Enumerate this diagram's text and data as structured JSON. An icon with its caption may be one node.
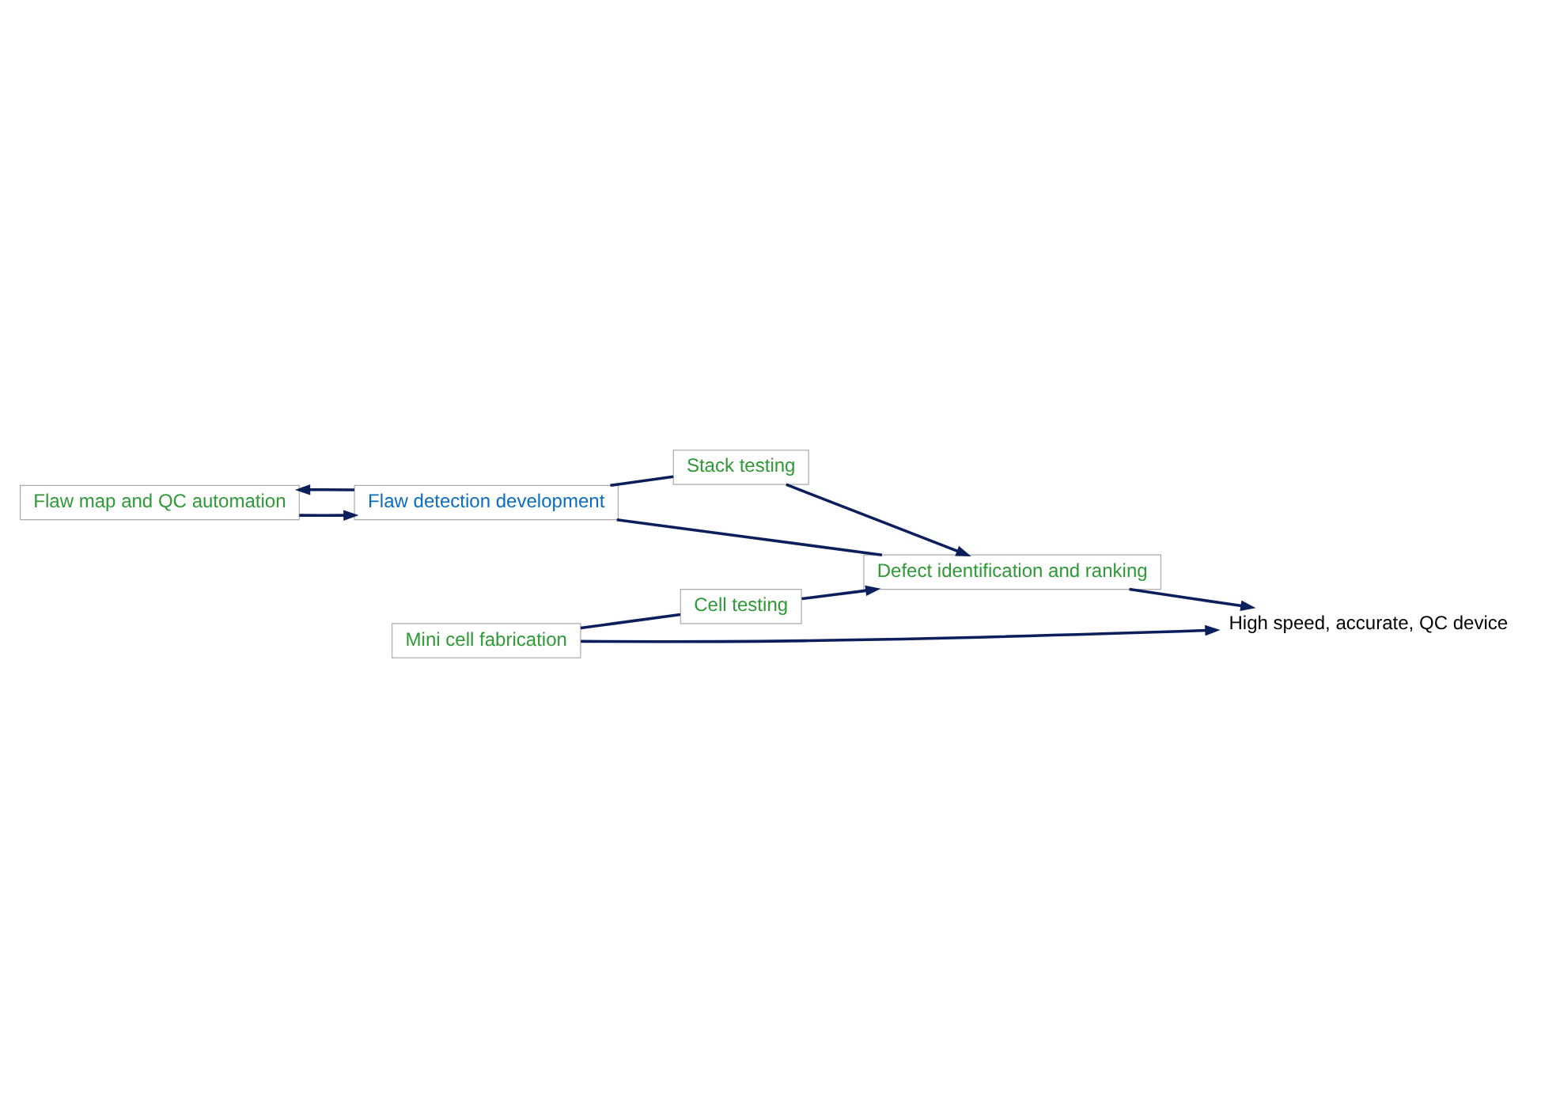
{
  "diagram": {
    "nodes": [
      {
        "text": [
          "Flaw map and QC automation"
        ]
      },
      {
        "text": [
          "Flaw detection development"
        ]
      },
      {
        "text": [
          "Defect identification and ranking"
        ]
      },
      {
        "text": [
          "Stack testing"
        ]
      },
      {
        "text": [
          "Cell testing"
        ]
      },
      {
        "text": [
          "Mini cell fabrication"
        ]
      },
      {
        "text": [
          "High speed, accurate, QC device"
        ]
      }
    ],
    "edges": [
      {
        "from": 0,
        "to": 1,
        "arrow": "to"
      },
      {
        "from": 2,
        "to": 1,
        "arrow": "none"
      },
      {
        "from": 1,
        "to": 0,
        "arrow": "to"
      },
      {
        "from": 1,
        "to": 3,
        "arrow": "none"
      },
      {
        "from": 3,
        "to": 2,
        "arrow": "to"
      },
      {
        "from": 5,
        "to": 4,
        "arrow": "none"
      },
      {
        "from": 4,
        "to": 2,
        "arrow": "to"
      },
      {
        "from": 5,
        "to": 6,
        "arrow": "to"
      },
      {
        "from": 2,
        "to": 6,
        "arrow": "to"
      }
    ]
  }
}
